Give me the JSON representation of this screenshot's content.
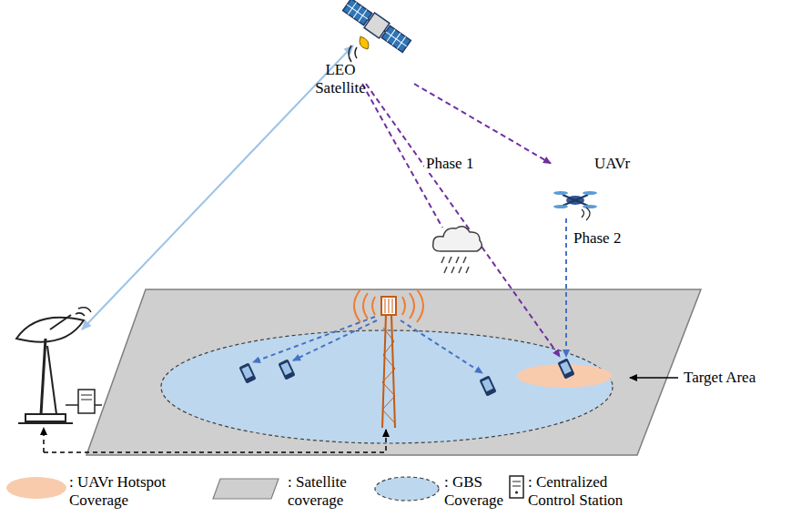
{
  "diagram": {
    "nodes": [
      {
        "text": [
          "LEO Satellite"
        ]
      },
      {
        "text": [
          "UAVr"
        ]
      }
    ],
    "edges": [
      {
        "from": 0,
        "to": 1,
        "arrow": "to"
      }
    ],
    "labels": [
      "Phase 1",
      "Phase 2",
      "Target Area"
    ],
    "legend": [
      {
        "text": ": UAVr Hotspot Coverage",
        "color": "#f8cbad"
      },
      {
        "text": ": Satellite coverage",
        "color": "#cfcfcf"
      },
      {
        "text": ": GBS Coverage",
        "color": "#bdd7ee"
      },
      {
        "text": ": Centralized Control Station"
      }
    ]
  }
}
